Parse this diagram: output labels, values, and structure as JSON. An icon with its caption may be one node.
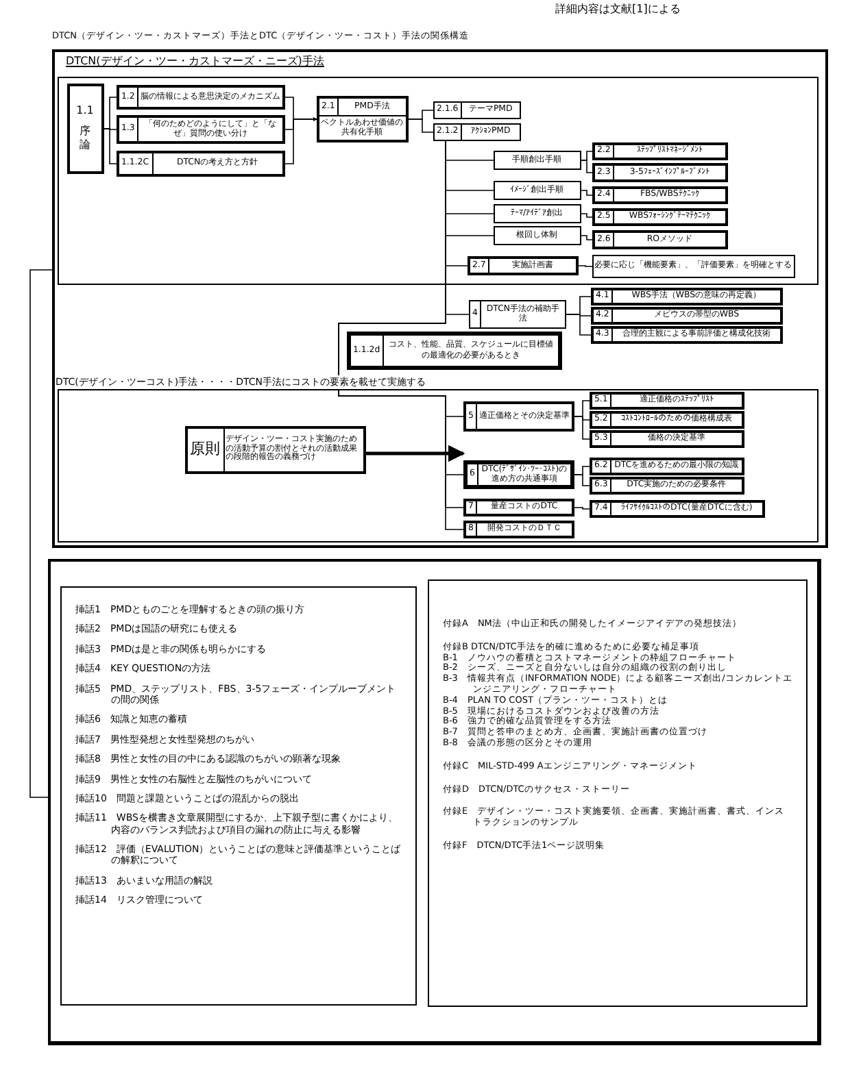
{
  "diagram": {
    "title": "DTCN（デザイン・ツー・カストマーズ）手法とDTC（デザイン・ツー・コスト）手法の関係構造",
    "nodes": [
      {
        "text": [
          "DTCN(デザイン・ツー・カストマーズ・ニーズ)手法"
        ]
      },
      {
        "text": [],
        "shape": "box",
        "in": 0
      },
      {
        "text": [
          "1.1",
          "序論"
        ],
        "in": 1
      },
      {
        "text": [
          "1.2",
          "脳の情報による意思決定のメカニズム"
        ],
        "in": 1
      },
      {
        "text": [
          "1.3",
          "「何のためどのようにして」と「なぜ」質問の使い分け"
        ],
        "in": 1
      },
      {
        "text": [
          "1.1.2C",
          "DTCNの考え方と方針"
        ],
        "in": 1
      },
      {
        "text": [
          "2.1",
          "PMD手法",
          "ベクトルあわせ価値の共有化手順"
        ],
        "in": 1
      },
      {
        "text": [
          "2.1.6",
          "テーマPMD"
        ],
        "in": 1
      },
      {
        "text": [
          "2.1.2",
          "ｱｸｼｮﾝPMD"
        ],
        "in": 1
      },
      {
        "text": [
          "手順創出手順"
        ],
        "in": 1
      },
      {
        "text": [
          "ｲﾒｰｼﾞ創出手順"
        ],
        "in": 1
      },
      {
        "text": [
          "ﾃｰﾏ/ｱｲﾃﾞｱ創出"
        ],
        "in": 1
      },
      {
        "text": [
          "根回し体制"
        ],
        "in": 1
      },
      {
        "text": [
          "2.2",
          "ｽﾃｯﾌﾟﾘｽﾄﾏﾈｰｼﾞﾒﾝﾄ"
        ],
        "in": 1
      },
      {
        "text": [
          "2.3",
          "3-5ﾌｪｰｽﾞｲﾝﾌﾟﾙｰﾌﾞﾒﾝﾄ"
        ],
        "in": 1
      },
      {
        "text": [
          "2.4",
          "FBS/WBSﾃｸﾆｯｸ"
        ],
        "in": 1
      },
      {
        "text": [
          "2.5",
          "WBSﾌｫｰｼﾝｸﾞﾃｰﾏﾃｸﾆｯｸ"
        ],
        "in": 1
      },
      {
        "text": [
          "2.6",
          "ROメソッド"
        ],
        "in": 1
      },
      {
        "text": [
          "2.7",
          "実施計画書"
        ],
        "in": 1
      },
      {
        "text": [
          "必要に応じ「機能要素」、「評価要素」を明確とする"
        ],
        "in": 1
      },
      {
        "text": [
          "4",
          "DTCN手法の補助手法"
        ],
        "in": 0
      },
      {
        "text": [
          "4.1",
          "WBS手法（WBSの意味の再定義）"
        ],
        "in": 0
      },
      {
        "text": [
          "4.2",
          "メビウスの帯型のWBS"
        ],
        "in": 0
      },
      {
        "text": [
          "4.3",
          "合理的主観による事前評価と構成化技術"
        ],
        "in": 0
      },
      {
        "text": [
          "1.1.2d",
          "コスト、性能、品質、スケジュールに目標値の最適化の必要があるとき"
        ],
        "in": 0
      },
      {
        "text": [
          "DTC(デザイン・ツーコスト)手法・・・・DTCN手法にコストの要素を載せて実施する"
        ],
        "in": 0
      },
      {
        "text": [
          "原則",
          "デザイン・ツー・コスト実施のための活動予算の割付とそれの活動成果の段階的報告の義務づけ"
        ],
        "in": 25
      },
      {
        "text": [
          "5",
          "適正価格とその決定基準"
        ],
        "in": 25
      },
      {
        "text": [
          "5.1",
          "適正価格のｽﾃｯﾌﾟﾘｽﾄ"
        ],
        "in": 25
      },
      {
        "text": [
          "5.2",
          "ｺｽﾄｺﾝﾄﾛｰﾙのための価格構成表"
        ],
        "in": 25
      },
      {
        "text": [
          "5.3",
          "価格の決定基準"
        ],
        "in": 25
      },
      {
        "text": [
          "6",
          "DTC(ﾃﾞｻﾞｲﾝ･ﾂｰ･ｺｽﾄ)の進め方の共通事項"
        ],
        "in": 25
      },
      {
        "text": [
          "6.2",
          "DTCを進めるための最小限の知識"
        ],
        "in": 25
      },
      {
        "text": [
          "6.3",
          "DTC実施のための必要条件"
        ],
        "in": 25
      },
      {
        "text": [
          "7",
          "量産コストのDTC"
        ],
        "in": 25
      },
      {
        "text": [
          "7.4",
          "ﾗｲﾌｻｲｸﾙｺｽﾄのDTC(量産DTCに含む)"
        ],
        "in": 25
      },
      {
        "text": [
          "8",
          "開発コストのＤＴＣ"
        ],
        "in": 25
      },
      {
        "text": [],
        "shape": "box"
      },
      {
        "text": [
          "挿話1　PMDとものごとを理解するときの頭の振り方",
          "挿話2　PMDは国語の研究にも使える",
          "挿話3　PMDは是と非の関係も明らかにする",
          "挿話4　KEY QUESTIONの方法",
          "挿話5　PMD、ステップリスト、FBS、3-5フェーズ・インプルーブメントの間の関係",
          "挿話6　知識と知恵の蓄積",
          "挿話7　男性型発想と女性型発想のちがい",
          "挿話8　男性と女性の目の中にある認識のちがいの顕著な現象",
          "挿話9　男性と女性の右脳性と左脳性のちがいについて",
          "挿話10　問題と課題ということばの混乱からの脱出",
          "挿話11　WBSを横書き文章展開型にするか、上下親子型に書くかにより、内容のバランス判読および項目の漏れの防止に与える影響",
          "挿話12　評価（EVALUTION）ということばの意味と評価基準ということばの解釈について",
          "挿話13　あいまいな用語の解説",
          "挿話14　リスク管理について"
        ],
        "in": 37
      },
      {
        "text": [
          "付録A　NM法（中山正和氏の開発したイメージアイデアの発想技法）",
          "付録B DTCN/DTC手法を的確に進めるために必要な補足事項",
          "B-1　ノウハウの蓄積とコストマネージメントの枠組フローチャート",
          "B-2　シーズ、ニーズと自分ないしは自分の組織の役割の創り出し",
          "B-3　情報共有点（INFORMATION NODE）による顧客ニーズ創出/コンカレントエンジニアリング・フローチャート",
          "B-4　PLAN TO COST（プラン・ツー・コスト）とは",
          "B-5　現場におけるコストダウンおよび改善の方法",
          "B-6　強力で的確な品質管理をする方法",
          "B-7　質問と答申のまとめ方、企画書、実施計画書の位置づけ",
          "B-8　会議の形態の区分とその運用",
          "付録C　MIL-STD-499 Aエンジニアリング・マネージメント",
          "付録D　DTCN/DTCのサクセス・ストーリー",
          "付録E　デザイン・ツー・コスト実施要領、企画書、実施計画書、書式、インストラクションのサンプル",
          "付録F　DTCN/DTC手法1ページ説明集"
        ],
        "in": 37
      }
    ],
    "edges": [
      {
        "from": 2,
        "to": 3,
        "arrow": "none"
      },
      {
        "from": 2,
        "to": 4,
        "arrow": "none"
      },
      {
        "from": 2,
        "to": 5,
        "arrow": "none"
      },
      {
        "from": 3,
        "to": 6,
        "arrow": "to"
      },
      {
        "from": 4,
        "to": 6,
        "arrow": "to"
      },
      {
        "from": 5,
        "to": 6,
        "arrow": "to"
      },
      {
        "from": 6,
        "to": 7,
        "arrow": "none"
      },
      {
        "from": 6,
        "to": 8,
        "arrow": "none"
      },
      {
        "from": 8,
        "to": 9,
        "arrow": "none"
      },
      {
        "from": 8,
        "to": 10,
        "arrow": "none"
      },
      {
        "from": 8,
        "to": 11,
        "arrow": "none"
      },
      {
        "from": 8,
        "to": 12,
        "arrow": "none"
      },
      {
        "from": 8,
        "to": 18,
        "arrow": "none"
      },
      {
        "from": 8,
        "to": 20,
        "arrow": "none"
      },
      {
        "from": 8,
        "to": 27,
        "arrow": "none"
      },
      {
        "from": 8,
        "to": 31,
        "arrow": "none"
      },
      {
        "from": 8,
        "to": 34,
        "arrow": "none"
      },
      {
        "from": 8,
        "to": 36,
        "arrow": "none"
      },
      {
        "from": 9,
        "to": 13,
        "arrow": "none"
      },
      {
        "from": 9,
        "to": 14,
        "arrow": "none"
      },
      {
        "from": 10,
        "to": 15,
        "arrow": "none"
      },
      {
        "from": 11,
        "to": 16,
        "arrow": "none"
      },
      {
        "from": 12,
        "to": 17,
        "arrow": "none"
      },
      {
        "from": 18,
        "to": 19,
        "arrow": "none"
      },
      {
        "from": 20,
        "to": 21,
        "arrow": "none"
      },
      {
        "from": 20,
        "to": 22,
        "arrow": "none"
      },
      {
        "from": 20,
        "to": 23,
        "arrow": "none"
      },
      {
        "from": 27,
        "to": 28,
        "arrow": "none"
      },
      {
        "from": 27,
        "to": 29,
        "arrow": "none"
      },
      {
        "from": 27,
        "to": 30,
        "arrow": "none"
      },
      {
        "from": 31,
        "to": 32,
        "arrow": "none"
      },
      {
        "from": 31,
        "to": 33,
        "arrow": "none"
      },
      {
        "from": 34,
        "to": 35,
        "arrow": "none"
      },
      {
        "from": 26,
        "to": 31,
        "arrow": "to",
        "style": "thick"
      },
      {
        "from": 0,
        "to": 37,
        "arrow": "none"
      }
    ],
    "labels": [
      "詳細内容は文献[1]による"
    ]
  }
}
